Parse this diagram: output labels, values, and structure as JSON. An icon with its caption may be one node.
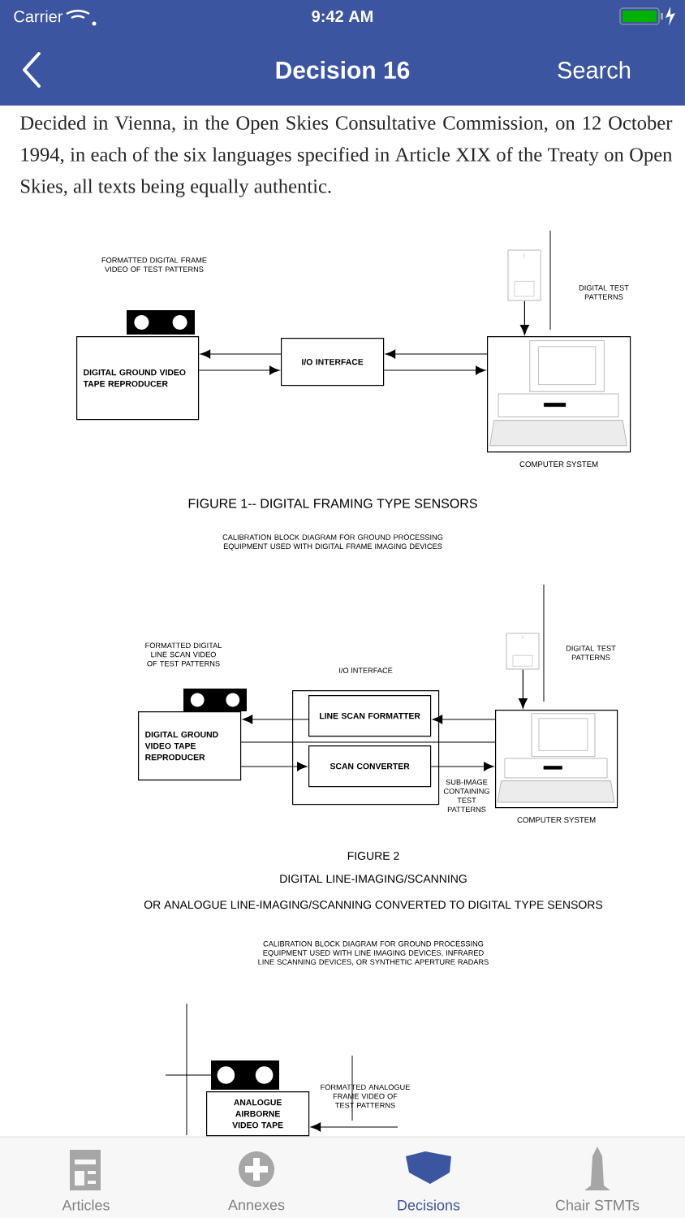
{
  "diagram": {
    "title": "Decision 16",
    "nodes": [
      {
        "text": [
          "DIGITAL GROUND VIDEO TAPE REPRODUCER"
        ]
      },
      {
        "text": [
          "I/O INTERFACE"
        ]
      },
      {
        "text": [
          "COMPUTER SYSTEM"
        ]
      },
      {
        "text": [],
        "shape": "picture"
      },
      {
        "text": [
          "I/O INTERFACE"
        ]
      },
      {
        "text": [
          "DIGITAL GROUND VIDEO TAPE REPRODUCER"
        ]
      },
      {
        "text": [
          "LINE SCAN FORMATTER"
        ],
        "in": 4
      },
      {
        "text": [
          "SCAN CONVERTER"
        ],
        "in": 4
      },
      {
        "text": [
          "COMPUTER SYSTEM"
        ]
      },
      {
        "text": [],
        "shape": "picture"
      },
      {
        "text": [
          "ANALOGUE AIRBORNE VIDEO TAPE"
        ]
      }
    ],
    "edges": [
      {
        "from": 2,
        "to": 1,
        "arrow": "to"
      },
      {
        "from": 1,
        "to": 0,
        "arrow": "to"
      },
      {
        "from": 0,
        "to": 1,
        "arrow": "to"
      },
      {
        "from": 1,
        "to": 2,
        "arrow": "to"
      },
      {
        "from": 3,
        "to": 2,
        "arrow": "to"
      },
      {
        "from": 8,
        "to": 6,
        "arrow": "to"
      },
      {
        "from": 6,
        "to": 5,
        "arrow": "to"
      },
      {
        "from": 8,
        "to": 5,
        "arrow": "none"
      },
      {
        "from": 5,
        "to": 7,
        "arrow": "to"
      },
      {
        "from": 7,
        "to": 8,
        "arrow": "to"
      },
      {
        "from": 9,
        "to": 8,
        "arrow": "to"
      },
      {
        "from": null,
        "to": 10,
        "arrow": "to"
      }
    ],
    "labels": [
      "Carrier",
      "9:42 AM",
      "Search",
      "Decided in Vienna, in the Open Skies Consultative Commission, on 12 October 1994, in each of the six languages specified in Article XIX of the Treaty on Open Skies, all texts being equally authentic.",
      "FORMATTED DIGITAL FRAME VIDEO OF TEST PATTERNS",
      "DIGITAL TEST PATTERNS",
      "FIGURE 1-- DIGITAL FRAMING TYPE SENSORS",
      "CALIBRATION BLOCK DIAGRAM FOR GROUND PROCESSING EQUIPMENT USED WITH DIGITAL FRAME IMAGING DEVICES",
      "FORMATTED DIGITAL LINE SCAN VIDEO OF TEST PATTERNS",
      "DIGITAL TEST PATTERNS",
      "SUB-IMAGE CONTAINING TEST PATTERNS",
      "FIGURE 2",
      "DIGITAL LINE-IMAGING/SCANNING",
      "OR ANALOGUE LINE-IMAGING/SCANNING CONVERTED TO DIGITAL TYPE SENSORS",
      "CALIBRATION BLOCK DIAGRAM FOR GROUND PROCESSING EQUIPMENT USED WITH LINE IMAGING DEVICES, INFRARED LINE SCANNING DEVICES, OR SYNTHETIC APERTURE RADARS",
      "FORMATTED ANALOGUE FRAME VIDEO OF TEST PATTERNS",
      "Articles",
      "Annexes",
      "Decisions",
      "Chair STMTs"
    ]
  }
}
